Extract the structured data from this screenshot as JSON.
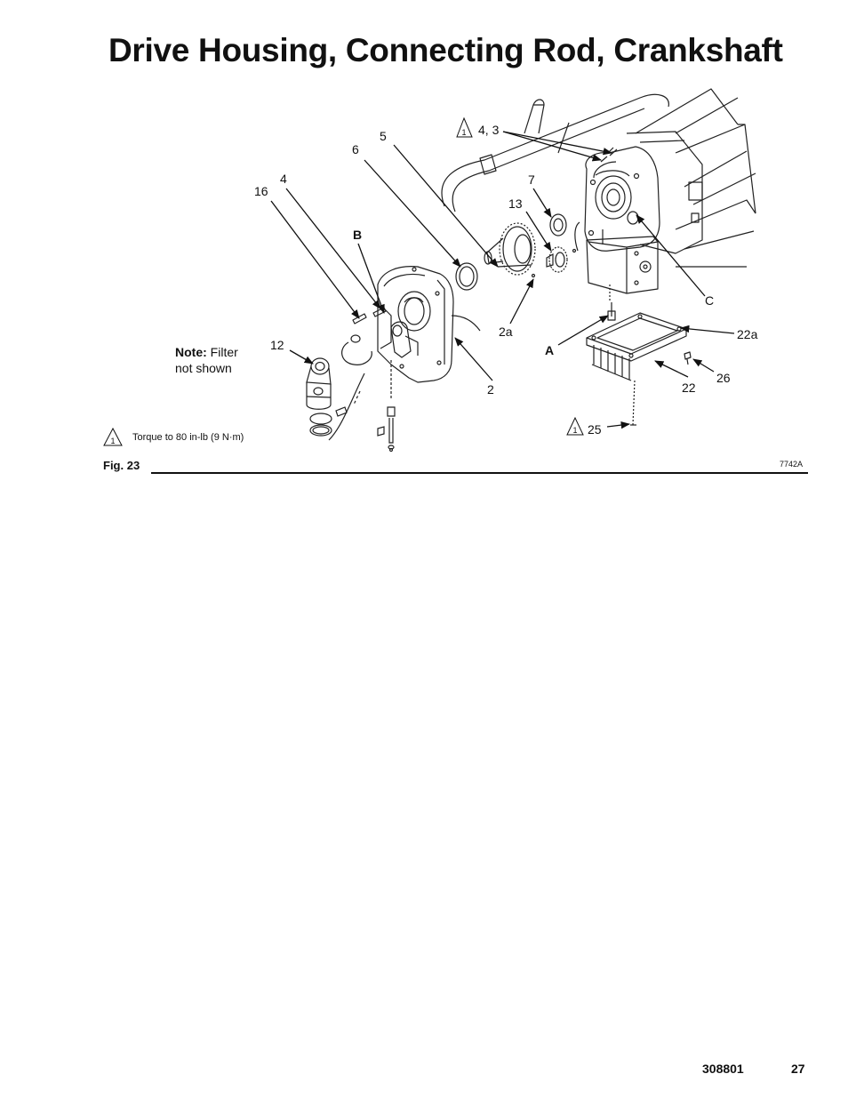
{
  "page": {
    "title": "Drive Housing, Connecting Rod, Crankshaft",
    "doc_number": "308801",
    "page_number": "27"
  },
  "figure": {
    "label": "Fig. 23",
    "code": "7742A",
    "note_bold": "Note:",
    "note_rest_line1": "Filter",
    "note_line2": "not shown",
    "torque_symbol": "1",
    "torque_text": "Torque to 80 in-lb (9 N·m)"
  },
  "callouts": {
    "c16": "16",
    "c4": "4",
    "c6": "6",
    "c5": "5",
    "c43": "4, 3",
    "c43_sym": "1",
    "c7": "7",
    "c13": "13",
    "cB": "B",
    "c12": "12",
    "c2a": "2a",
    "cA": "A",
    "c2": "2",
    "cC": "C",
    "c22a": "22a",
    "c26": "26",
    "c22": "22",
    "c25": "25",
    "c25_sym": "1"
  }
}
